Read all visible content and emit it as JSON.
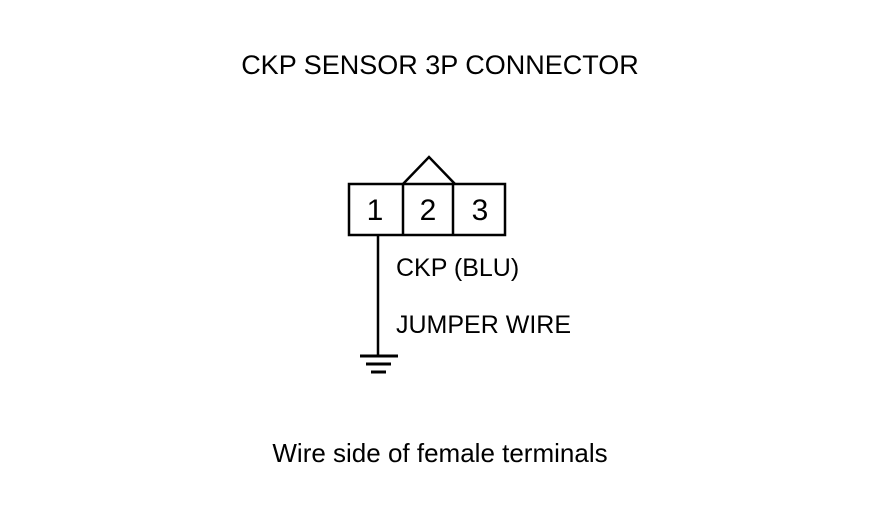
{
  "title": "CKP SENSOR 3P CONNECTOR",
  "connector": {
    "pins": [
      "1",
      "2",
      "3"
    ]
  },
  "wire": {
    "signal_label": "CKP (BLU)",
    "jumper_label": "JUMPER WIRE"
  },
  "caption": "Wire side of female terminals",
  "colors": {
    "line": "#000000",
    "background": "#ffffff"
  }
}
